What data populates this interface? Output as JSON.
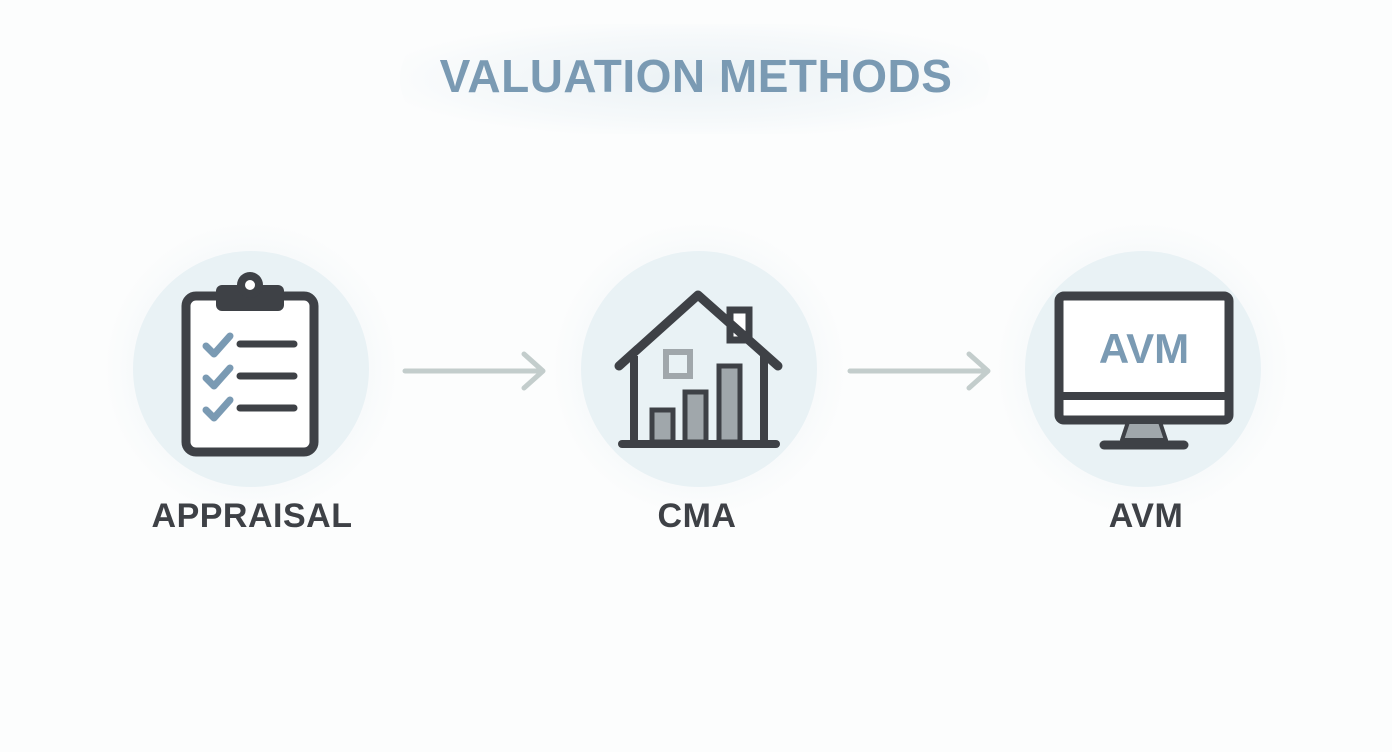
{
  "title": "VALUATION METHODS",
  "colors": {
    "title": "#7a9ab3",
    "icon_stroke": "#3e4146",
    "accent": "#7a9ab3",
    "circle_fill": "#e9f2f5",
    "arrow": "#c3cdcc",
    "label": "#3e4146"
  },
  "nodes": [
    {
      "label": "APPRAISAL",
      "icon": "clipboard-checklist-icon"
    },
    {
      "label": "CMA",
      "icon": "house-bar-chart-icon"
    },
    {
      "label": "AVM",
      "icon": "monitor-icon",
      "screen_text": "AVM"
    }
  ],
  "arrows": [
    {
      "from": "APPRAISAL",
      "to": "CMA"
    },
    {
      "from": "CMA",
      "to": "AVM"
    }
  ]
}
